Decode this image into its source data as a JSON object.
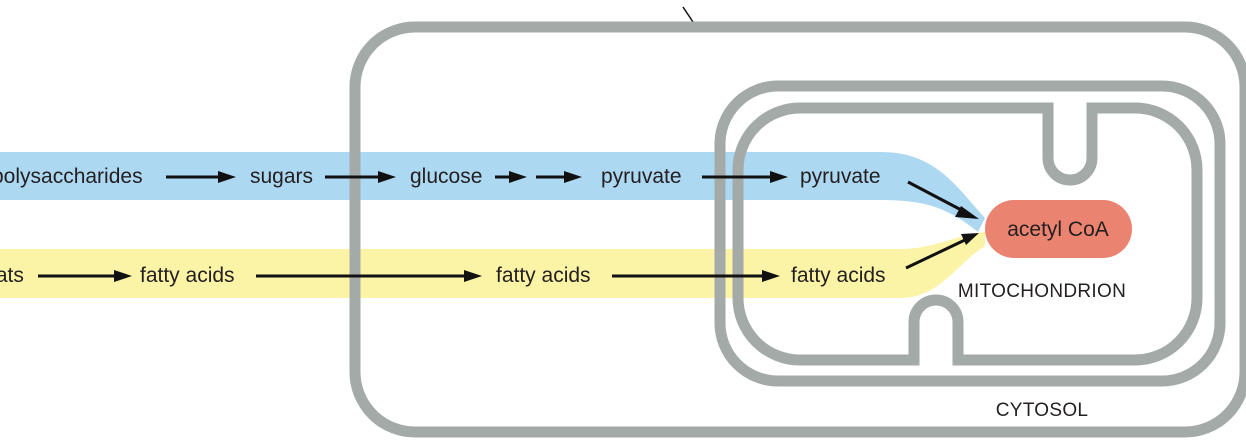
{
  "colors": {
    "carbohydrate_band": "#add8f2",
    "fat_band": "#fbf3a6",
    "membrane": "#a3aaa8",
    "acetyl_coa": "#ea8470",
    "arrow": "#111111"
  },
  "pathway_carbohydrate": {
    "polysaccharides": "polysaccharides",
    "sugars": "sugars",
    "glucose": "glucose",
    "pyruvate_cytosol": "pyruvate",
    "pyruvate_mito": "pyruvate"
  },
  "pathway_fat": {
    "fats": "fats",
    "fatty_acids_outside": "fatty acids",
    "fatty_acids_cytosol": "fatty acids",
    "fatty_acids_mito": "fatty acids"
  },
  "product": "acetyl CoA",
  "compartments": {
    "mitochondrion": "MITOCHONDRION",
    "cytosol": "CYTOSOL"
  }
}
